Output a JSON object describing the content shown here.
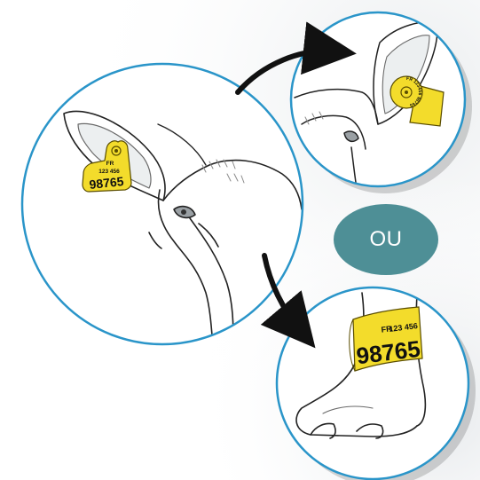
{
  "separator": {
    "label": "OU"
  },
  "tags": {
    "ear_tag_main": {
      "country_code": "FR",
      "herd_number": "123 456",
      "animal_number": "98765"
    },
    "ear_tag_circular": {
      "ring_text": "FR 123456 98765"
    },
    "pastern_band": {
      "country_code": "FR",
      "herd_number": "123 456",
      "animal_number": "98765"
    }
  },
  "colors": {
    "tag_yellow": "#f3dc2b",
    "outline_blue": "#2a95c9",
    "badge_teal": "#4e8f96",
    "arrow_black": "#111111"
  }
}
